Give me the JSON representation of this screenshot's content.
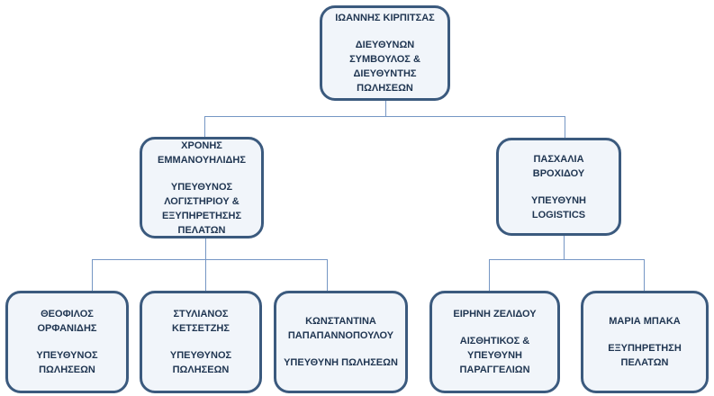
{
  "theme": {
    "background": "#ffffff",
    "node_border_color": "#3b5a7e",
    "node_fill_color": "#f1f5fa",
    "text_color": "#1f3551",
    "connector_color": "#7596c4"
  },
  "org_chart": {
    "nodes": [
      {
        "id": "ceo",
        "name": "ΙΩΑΝΝΗΣ ΚΙΡΠΙΤΣΑΣ",
        "role": "ΔΙΕΥΘΥΝΩΝ\nΣΥΜΒΟΥΛΟΣ &\nΔΙΕΥΘΥΝΤΗΣ\nΠΩΛΗΣΕΩΝ",
        "reports_to": null
      },
      {
        "id": "accounting-manager",
        "name": "ΧΡΟΝΗΣ\nΕΜΜΑΝΟΥΗΛΙΔΗΣ",
        "role": "ΥΠΕΥΘΥΝΟΣ\nΛΟΓΙΣΤΗΡΙΟΥ &\nΕΞΥΠΗΡΕΤΗΣΗΣ\nΠΕΛΑΤΩΝ",
        "reports_to": "ceo"
      },
      {
        "id": "logistics-manager",
        "name": "ΠΑΣΧΑΛΙΑ\nΒΡΟΧΙΔΟΥ",
        "role": "ΥΠΕΥΘΥΝΗ LOGISTICS",
        "reports_to": "ceo"
      },
      {
        "id": "sales-1",
        "name": "ΘΕΟΦΙΛΟΣ\nΟΡΦΑΝΙΔΗΣ",
        "role": "ΥΠΕΥΘΥΝΟΣ\nΠΩΛΗΣΕΩΝ",
        "reports_to": "accounting-manager"
      },
      {
        "id": "sales-2",
        "name": "ΣΤΥΛΙΑΝΟΣ\nΚΕΤΣΕΤΖΗΣ",
        "role": "ΥΠΕΥΘΥΝΟΣ\nΠΩΛΗΣΕΩΝ",
        "reports_to": "accounting-manager"
      },
      {
        "id": "sales-3",
        "name": "ΚΩΝΣΤΑΝΤΙΝΑ\nΠΑΠΑΠΑΝΝΟΠΟΥΛΟΥ",
        "role": "ΥΠΕΥΘΥΝΗ ΠΩΛΗΣΕΩΝ",
        "reports_to": "accounting-manager"
      },
      {
        "id": "orders-1",
        "name": "ΕΙΡΗΝΗ ΖΕΛΙΔΟΥ",
        "role": "ΑΙΣΘΗΤΙΚΟΣ &\nΥΠΕΥΘΥΝΗ\nΠΑΡΑΓΓΕΛΙΩΝ",
        "reports_to": "logistics-manager"
      },
      {
        "id": "customer-service-1",
        "name": "ΜΑΡΙΑ ΜΠΑΚΑ",
        "role": "ΕΞΥΠΗΡΕΤΗΣΗ\nΠΕΛΑΤΩΝ",
        "reports_to": "logistics-manager"
      }
    ]
  }
}
